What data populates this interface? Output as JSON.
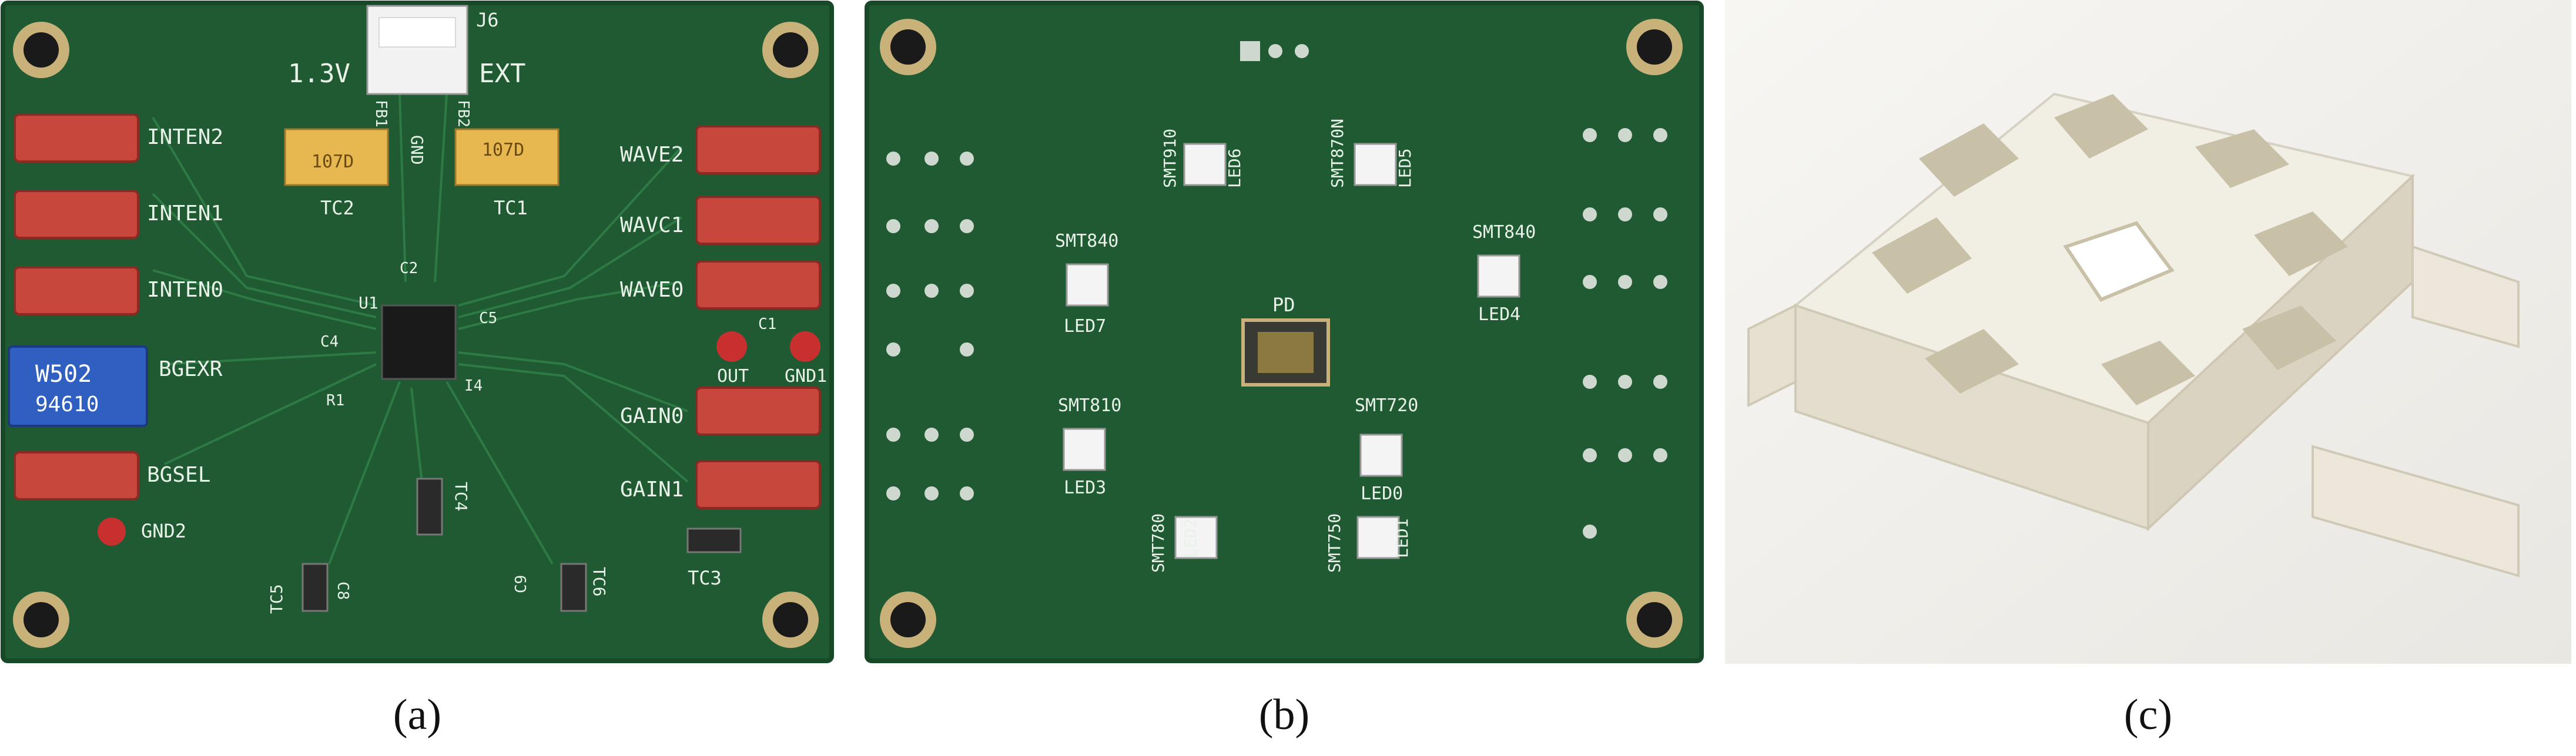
{
  "colors": {
    "pcb": "#1f5a33",
    "pcb_dark": "#174827",
    "trace": "#2e7a45",
    "silk": "#e8f2e8",
    "switch": "#c8473c",
    "switch_dark": "#8a2a24",
    "tantalum": "#e8b850",
    "holder": "#f1eee4"
  },
  "captions": {
    "a": "(a)",
    "b": "(b)",
    "c": "(c)"
  },
  "board_a": {
    "labels": {
      "v13": "1.3V",
      "ext": "EXT",
      "j6": "J6",
      "gnd": "GND",
      "fb1": "FB1",
      "fb2": "FB2",
      "tc1": "TC1",
      "tc2": "TC2",
      "tc3": "TC3",
      "tc4": "TC4",
      "tc5": "TC5",
      "tc6": "TC6",
      "tant1": "107D",
      "tant2": "107D",
      "u1": "U1",
      "c2": "C2",
      "c4": "C4",
      "c5": "C5",
      "c8": "C8",
      "c9": "C9",
      "c1": "C1",
      "r1": "R1",
      "i4": "I4",
      "inten2": "INTEN2",
      "inten1": "INTEN1",
      "inten0": "INTEN0",
      "bgexr": "BGEXR",
      "bgsel": "BGSEL",
      "gnd2": "GND2",
      "wave2": "WAVE2",
      "wave1": "WAVC1",
      "wave0": "WAVE0",
      "out": "OUT",
      "gnd1": "GND1",
      "gain0": "GAIN0",
      "gain1": "GAIN1",
      "pot1": "W502",
      "pot2": "94610"
    }
  },
  "board_b": {
    "labels": {
      "pd": "PD",
      "led0": "LED0",
      "led1": "LED1",
      "led2": "LED2",
      "led3": "LED3",
      "led4": "LED4",
      "led5": "LED5",
      "led6": "LED6",
      "led7": "LED7",
      "smt720": "SMT720",
      "smt750": "SMT750",
      "smt780": "SMT780",
      "smt810": "SMT810",
      "smt840a": "SMT840",
      "smt840b": "SMT840",
      "smt870": "SMT870N",
      "smt910": "SMT910"
    }
  }
}
